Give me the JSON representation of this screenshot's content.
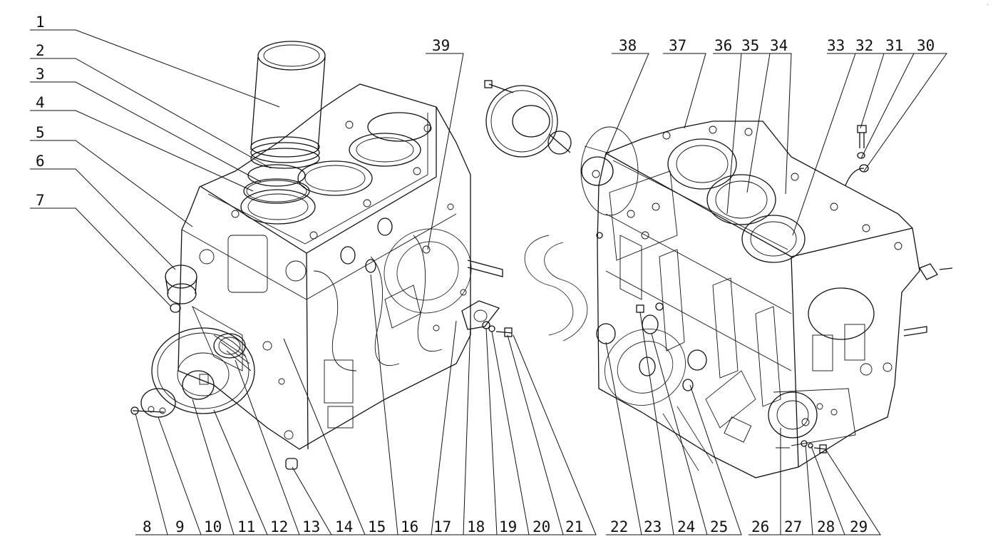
{
  "corner_mark": "°",
  "callouts_top_left": [
    {
      "id": "1",
      "label": "1"
    },
    {
      "id": "2",
      "label": "2"
    },
    {
      "id": "3",
      "label": "3"
    },
    {
      "id": "4",
      "label": "4"
    },
    {
      "id": "5",
      "label": "5"
    },
    {
      "id": "6",
      "label": "6"
    },
    {
      "id": "7",
      "label": "7"
    }
  ],
  "callouts_top_right": [
    {
      "id": "39",
      "label": "39"
    },
    {
      "id": "38",
      "label": "38"
    },
    {
      "id": "37",
      "label": "37"
    },
    {
      "id": "36",
      "label": "36"
    },
    {
      "id": "35",
      "label": "35"
    },
    {
      "id": "34",
      "label": "34"
    },
    {
      "id": "33",
      "label": "33"
    },
    {
      "id": "32",
      "label": "32"
    },
    {
      "id": "31",
      "label": "31"
    },
    {
      "id": "30",
      "label": "30"
    }
  ],
  "callouts_bottom": [
    {
      "id": "8",
      "label": "8"
    },
    {
      "id": "9",
      "label": "9"
    },
    {
      "id": "10",
      "label": "10"
    },
    {
      "id": "11",
      "label": "11"
    },
    {
      "id": "12",
      "label": "12"
    },
    {
      "id": "13",
      "label": "13"
    },
    {
      "id": "14",
      "label": "14"
    },
    {
      "id": "15",
      "label": "15"
    },
    {
      "id": "16",
      "label": "16"
    },
    {
      "id": "17",
      "label": "17"
    },
    {
      "id": "18",
      "label": "18"
    },
    {
      "id": "19",
      "label": "19"
    },
    {
      "id": "20",
      "label": "20"
    },
    {
      "id": "21",
      "label": "21"
    },
    {
      "id": "22",
      "label": "22"
    },
    {
      "id": "23",
      "label": "23"
    },
    {
      "id": "24",
      "label": "24"
    },
    {
      "id": "25",
      "label": "25"
    },
    {
      "id": "26",
      "label": "26"
    },
    {
      "id": "27",
      "label": "27"
    },
    {
      "id": "28",
      "label": "28"
    },
    {
      "id": "29",
      "label": "29"
    }
  ]
}
